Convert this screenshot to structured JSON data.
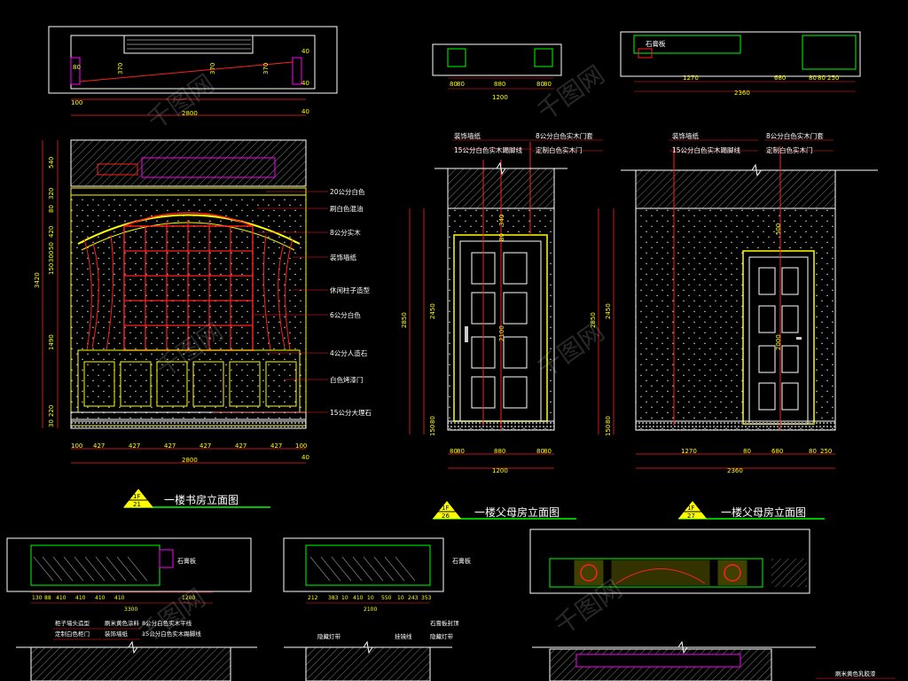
{
  "colors": {
    "background": "#000000",
    "outline": "#ffffff",
    "dimension": "#ff2020",
    "fixture": "#ffff00",
    "molding": "#ff00ff",
    "door_frame": "#00ff00",
    "annotation": "#ffffff",
    "hatch": "#9a9a9a",
    "title_green": "#00ff00",
    "title_text": "#ffffff"
  },
  "studyroom": {
    "top_dims": [
      "80",
      "370",
      "370",
      "370",
      "40",
      "40",
      "100",
      "2800",
      "40"
    ],
    "left_dims": [
      "540",
      "320",
      "3420",
      "1490",
      "220",
      "30",
      "80",
      "420",
      "300",
      "150",
      "50"
    ],
    "bottom_dims": [
      "100",
      "427",
      "427",
      "427",
      "427",
      "427",
      "427",
      "100",
      "2800",
      "40"
    ],
    "labels": [
      "20公分白色",
      "刷白色混油",
      "8公分实木",
      "装饰墙纸",
      "休闲柱子造型",
      "6公分白色",
      "4公分人造石",
      "白色烤漆门",
      "15公分大理石"
    ],
    "title_badge_top": "1F",
    "title_badge_num": "21",
    "title": "一楼书房立面图"
  },
  "parentroom1": {
    "top_dims": [
      "80",
      "80",
      "880",
      "80",
      "80",
      "1200"
    ],
    "left_dims": [
      "2850",
      "2450",
      "80",
      "150"
    ],
    "door_dims": [
      "2100",
      "340",
      "80"
    ],
    "bottom_dims": [
      "80",
      "80",
      "880",
      "80",
      "80",
      "1200"
    ],
    "labels": [
      "装饰墙纸",
      "15公分白色实木踢脚线",
      "8公分白色实木门套",
      "定制白色实木门"
    ],
    "title_badge_top": "1F",
    "title_badge_num": "26",
    "title": "一楼父母房立面图"
  },
  "parentroom2": {
    "top_label": "石膏板",
    "top_dims": [
      "1270",
      "680",
      "80",
      "80",
      "250",
      "2360"
    ],
    "left_dims": [
      "2850",
      "2450",
      "80",
      "150"
    ],
    "door_dims": [
      "2000",
      "500"
    ],
    "bottom_dims": [
      "1270",
      "80",
      "680",
      "80",
      "250",
      "2360"
    ],
    "labels": [
      "装饰墙纸",
      "15公分白色实木踢脚线",
      "8公分白色实木门套",
      "定制白色实木门"
    ],
    "title_badge_top": "1F",
    "title_badge_num": "27",
    "title": "一楼父母房立面图"
  },
  "bottom_row": {
    "plan1_label": "石膏板",
    "plan1_dims": [
      "130",
      "88",
      "410",
      "410",
      "410",
      "410",
      "1200",
      "3300"
    ],
    "plan2_label": "石膏板",
    "plan2_dims": [
      "212",
      "383",
      "10",
      "410",
      "10",
      "550",
      "10",
      "243",
      "353",
      "2100"
    ],
    "plan3_label": "刷米黄色乳胶漆",
    "elev1_labels": [
      "柜子墙头造型",
      "定制白色柜门",
      "刷米黄色涂料",
      "装饰墙纸",
      "8公分白色实木平线",
      "15公分白色实木踢脚线"
    ],
    "elev2_labels": [
      "隐藏灯带",
      "挂镜线",
      "石膏板封顶",
      "隐藏灯带"
    ]
  },
  "watermark": "千图网"
}
